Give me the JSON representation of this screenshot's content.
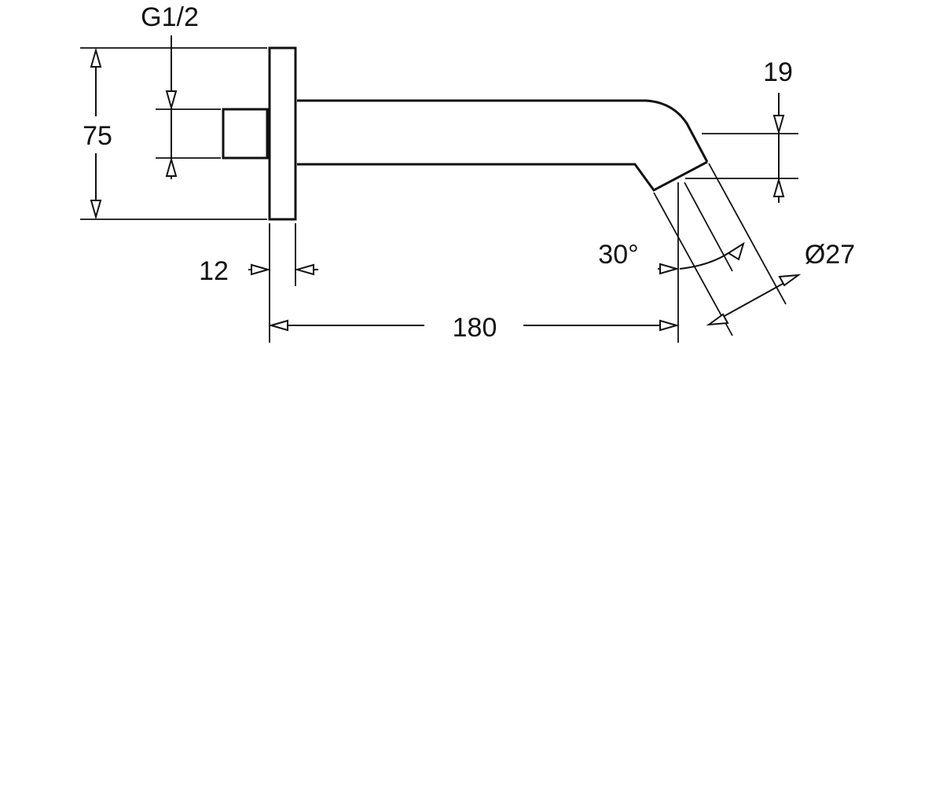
{
  "dimensions": {
    "thread": "G1/2",
    "height": "75",
    "outlet_offset": "19",
    "flange_thickness": "12",
    "angle": "30°",
    "diameter": "Ø27",
    "projection": "180"
  },
  "colors": {
    "line": "#111111",
    "background": "#ffffff"
  }
}
